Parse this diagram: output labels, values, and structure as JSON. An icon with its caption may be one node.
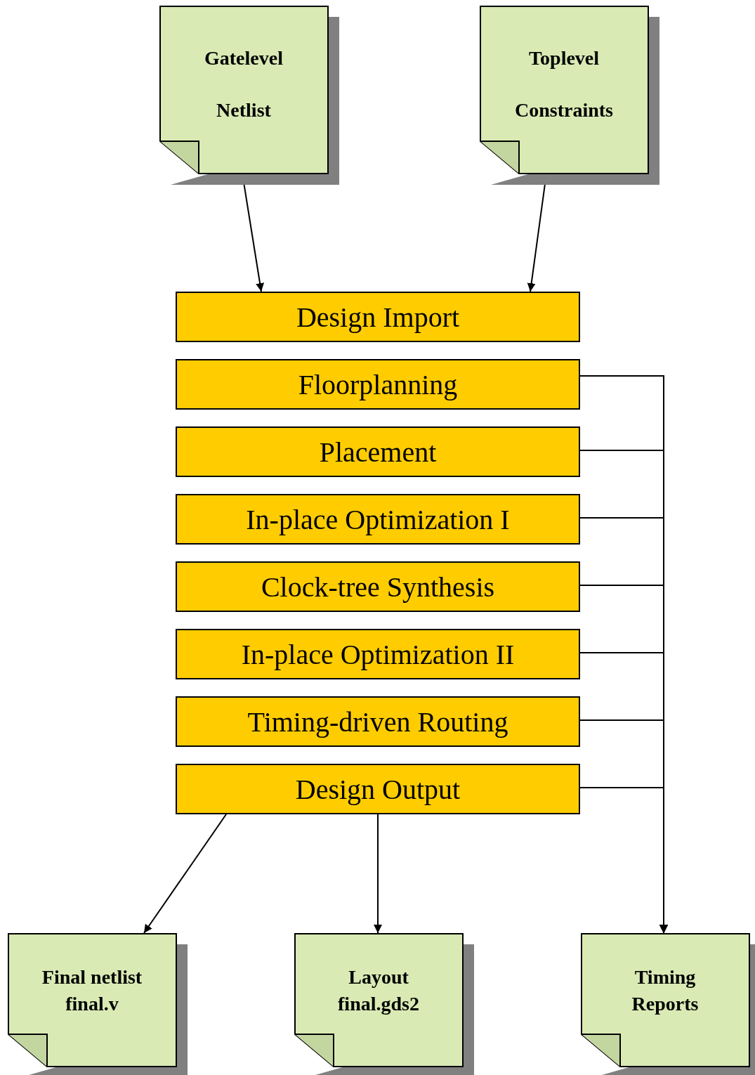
{
  "diagram": {
    "nodes": [
      {
        "text": [
          "Gatelevel Netlist"
        ]
      },
      {
        "text": [
          "Toplevel Constraints"
        ]
      },
      {
        "text": [
          "Design Import"
        ]
      },
      {
        "text": [
          "Floorplanning"
        ]
      },
      {
        "text": [
          "Placement"
        ]
      },
      {
        "text": [
          "In-place Optimization I"
        ]
      },
      {
        "text": [
          "Clock-tree Synthesis"
        ]
      },
      {
        "text": [
          "In-place Optimization II"
        ]
      },
      {
        "text": [
          "Timing-driven Routing"
        ]
      },
      {
        "text": [
          "Design Output"
        ]
      },
      {
        "text": [
          "Final netlist final.v"
        ]
      },
      {
        "text": [
          "Layout final.gds2"
        ]
      },
      {
        "text": [
          "Timing Reports"
        ]
      }
    ],
    "edges": [
      {
        "from": 0,
        "to": 2,
        "arrow": "to"
      },
      {
        "from": 1,
        "to": 2,
        "arrow": "to"
      },
      {
        "from": 9,
        "to": 10,
        "arrow": "to"
      },
      {
        "from": 9,
        "to": 11,
        "arrow": "to"
      },
      {
        "from": 3,
        "to": 12,
        "arrow": "to"
      },
      {
        "from": 4,
        "to": 12,
        "arrow": "to"
      },
      {
        "from": 5,
        "to": 12,
        "arrow": "to"
      },
      {
        "from": 6,
        "to": 12,
        "arrow": "to"
      },
      {
        "from": 7,
        "to": 12,
        "arrow": "to"
      },
      {
        "from": 8,
        "to": 12,
        "arrow": "to"
      },
      {
        "from": 9,
        "to": 12,
        "arrow": "to"
      }
    ]
  }
}
